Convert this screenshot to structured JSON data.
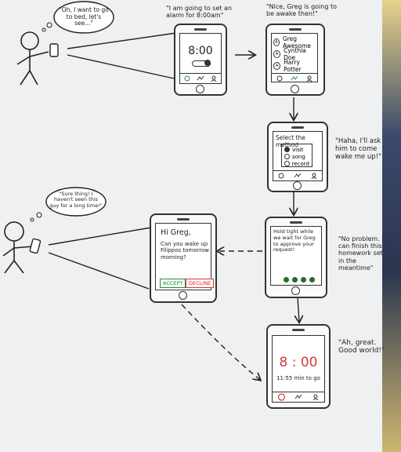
{
  "thoughts": {
    "top_user": "\"Oh, I want to go to bed, let's see...\"",
    "bottom_user": "\"Sure thing! I haven't seen this guy for a long time!\""
  },
  "captions": {
    "step1": "\"I am going to set an alarm for 8:00am\"",
    "step2": "\"Nice, Greg is going to be awake then!\"",
    "step3": "\"Haha, I'll ask him to come wake me up!\"",
    "step4": "\"No problem. I can finish this homework set in the meantime\"",
    "step5": "\"Ah, great. Good world!\""
  },
  "screens": {
    "alarm": {
      "time": "8:00"
    },
    "contacts": {
      "items": [
        "Greg Awesome",
        "Cynthia Doe",
        "Harry Potter"
      ]
    },
    "method": {
      "title": "Select the method",
      "options": [
        "visit",
        "song",
        "record"
      ],
      "selected_index": 0
    },
    "waiting": {
      "message": "Hold tight while we wait for Greg to approve your request!"
    },
    "request": {
      "greeting": "Hi Greg,",
      "body": "Can you wake up Filippos tomorrow morning?",
      "accept": "ACCEPT",
      "decline": "DECLINE"
    },
    "final": {
      "time": "8 : 00",
      "subtitle": "11:55 min to go"
    }
  },
  "colors": {
    "ink": "#222222",
    "accept": "#2e8b3a",
    "decline": "#d23b3b",
    "clock_red": "#d23b3b",
    "progress_dot": "#2a6a2a"
  }
}
